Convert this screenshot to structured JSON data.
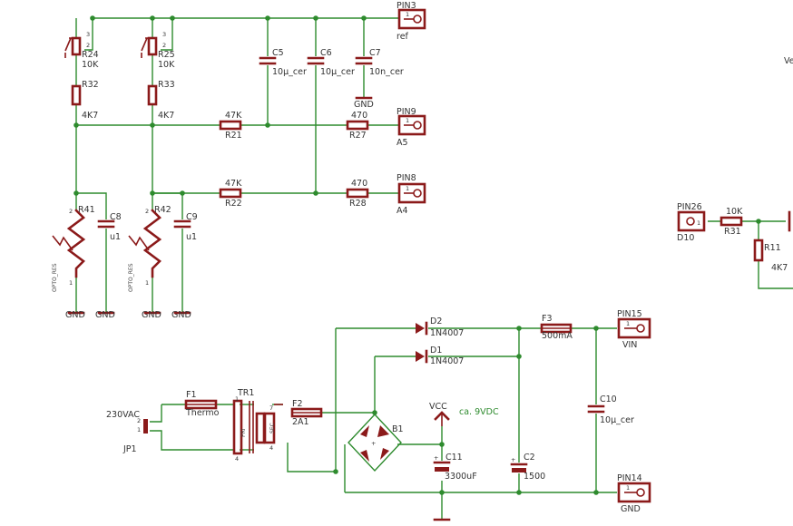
{
  "labels": {
    "pin3": "PIN3",
    "pin3_sig": "ref",
    "pin9": "PIN9",
    "pin9_sig": "A5",
    "pin8": "PIN8",
    "pin8_sig": "A4",
    "pin26": "PIN26",
    "pin26_sig": "D10",
    "pin15": "PIN15",
    "pin15_sig": "VIN",
    "pin14": "PIN14",
    "pin14_sig": "GND",
    "r24": "R24",
    "r24_val": "10K",
    "r25": "R25",
    "r25_val": "10K",
    "r32": "R32",
    "r32_val": "4K7",
    "r33": "R33",
    "r33_val": "4K7",
    "c5": "C5",
    "c5_val": "10µ_cer",
    "c6": "C6",
    "c6_val": "10µ_cer",
    "c7": "C7",
    "c7_val": "10n_cer",
    "gnd": "GND",
    "r21": "R21",
    "r21_val": "47K",
    "r27": "R27",
    "r27_val": "470",
    "r22": "R22",
    "r22_val": "47K",
    "r28": "R28",
    "r28_val": "470",
    "r41": "R41",
    "r42": "R42",
    "opto": "OPTO_RES",
    "c8": "C8",
    "c8_val": "u1",
    "c9": "C9",
    "c9_val": "u1",
    "r31": "R31",
    "r31_val": "10K",
    "r11": "R11",
    "r11_val": "4K7",
    "d2": "D2",
    "d2_val": "1N4007",
    "d1": "D1",
    "d1_val": "1N4007",
    "f3": "F3",
    "f3_val": "500mA",
    "f1": "F1",
    "f1_val": "Thermo",
    "f2": "F2",
    "f2_val": "2A1",
    "tr1": "TR1",
    "pri": "PRI",
    "sec": "SEC",
    "vac": "230VAC",
    "jp1": "JP1",
    "vcc": "VCC",
    "vcc_note": "ca. 9VDC",
    "b1": "B1",
    "c10": "C10",
    "c10_val": "10µ_cer",
    "c11": "C11",
    "c11_val": "3300uF",
    "c2": "C2",
    "c2_val": "1500",
    "plus": "+",
    "cut_ve": "Ve"
  },
  "pins": {
    "n1": "1",
    "n2": "2",
    "n3": "3",
    "n4": "4",
    "n7": "7"
  },
  "colors": {
    "wire": "#2e8b2e",
    "part": "#8b1a1a",
    "text": "#333333"
  }
}
